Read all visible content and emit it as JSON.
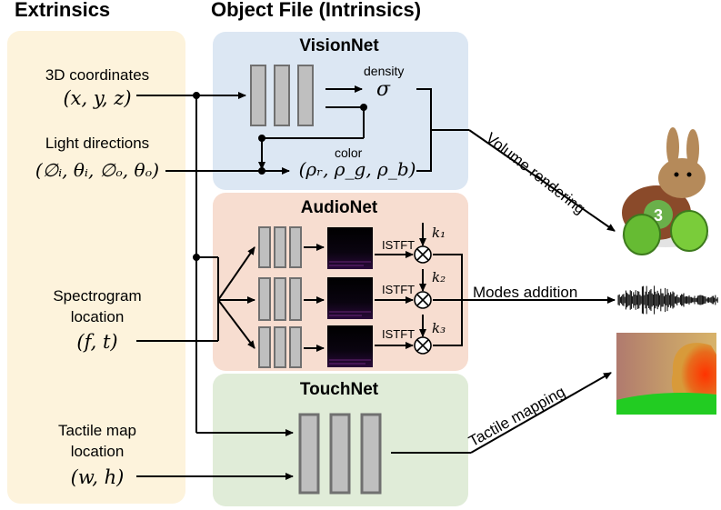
{
  "headers": {
    "extrinsics": "Extrinsics",
    "object_file": "Object File (Intrinsics)"
  },
  "inputs": {
    "coords_label": "3D coordinates",
    "coords_math": "(x, y, z)",
    "light_label": "Light directions",
    "light_math": "(∅ᵢ, θᵢ, ∅ₒ, θₒ)",
    "spectro_label_1": "Spectrogram",
    "spectro_label_2": "location",
    "spectro_math": "(f, t)",
    "tactile_label_1": "Tactile map",
    "tactile_label_2": "location",
    "tactile_math": "(w, h)"
  },
  "visionnet": {
    "title": "VisionNet",
    "density_label": "density",
    "density_symbol": "σ",
    "color_label": "color",
    "color_symbol": "(ρᵣ, ρ_g, ρ_b)"
  },
  "audionet": {
    "title": "AudioNet",
    "istft": "ISTFT",
    "modes": [
      "k₁",
      "k₂",
      "k₃"
    ]
  },
  "touchnet": {
    "title": "TouchNet"
  },
  "outputs": {
    "volume_rendering": "Volume rendering",
    "modes_addition": "Modes addition",
    "tactile_mapping": "Tactile mapping"
  },
  "colors": {
    "extrinsics_bg": "#fdf3dc",
    "vision_bg": "#dce7f3",
    "audio_bg": "#f7ddd0",
    "touch_bg": "#e0ecd8",
    "layer_fill": "#bfbfbf",
    "layer_stroke": "#707070"
  }
}
